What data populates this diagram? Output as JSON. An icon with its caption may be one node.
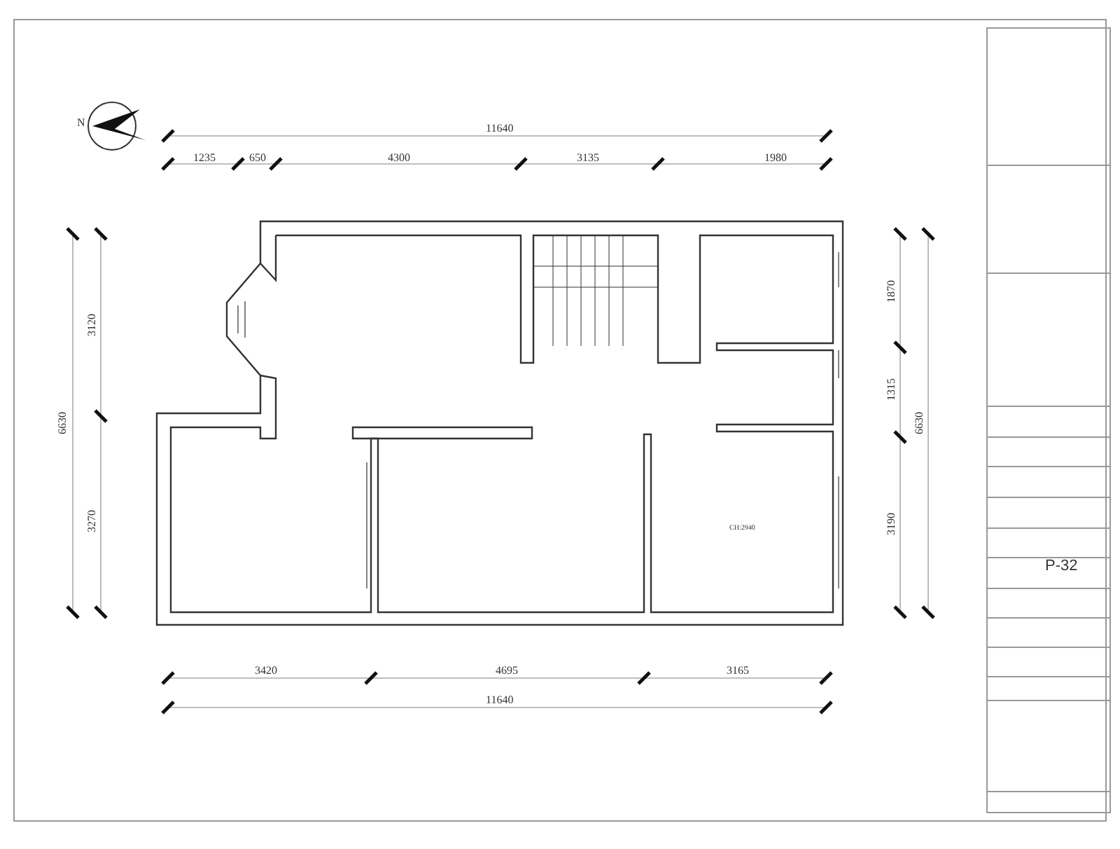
{
  "diagram": {
    "labels": [
      "N",
      "11640",
      "1235",
      "650",
      "4300",
      "3135",
      "1980",
      "6630",
      "3120",
      "3270",
      "1870",
      "1315",
      "3190",
      "6630",
      "3420",
      "4695",
      "3165",
      "11640",
      "CH:2940",
      "P-32"
    ]
  }
}
